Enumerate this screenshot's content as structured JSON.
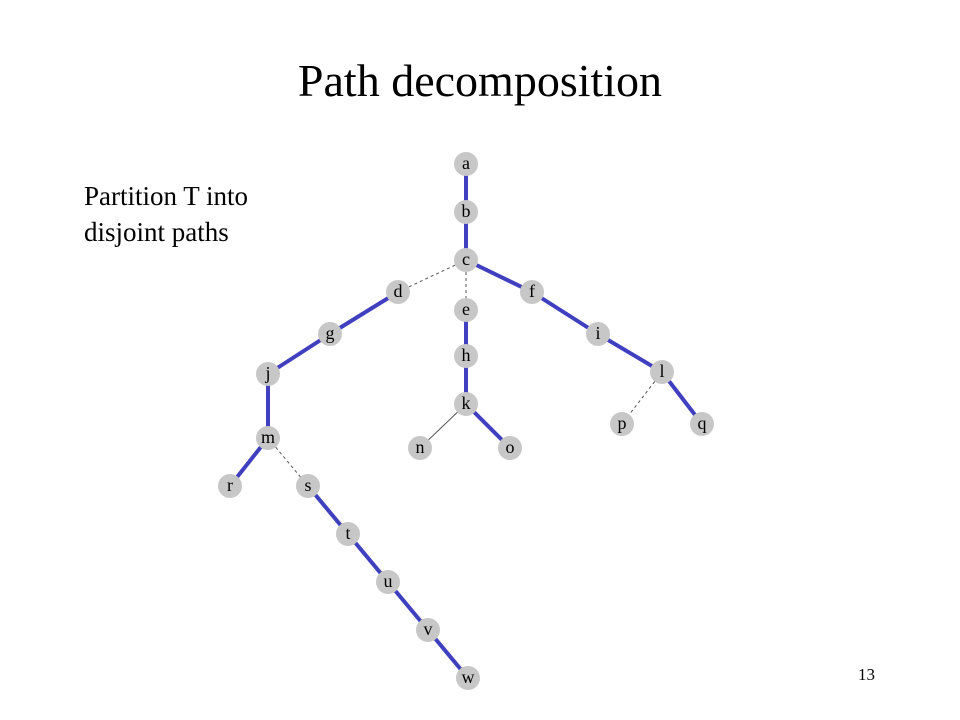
{
  "title": "Path decomposition",
  "caption": {
    "line1": "Partition T into",
    "line2": "disjoint paths"
  },
  "page_number": "13",
  "colors": {
    "heavy_edge": "#3f3fbf",
    "light_edge": "#555555",
    "node_fill": "#c7c7c7",
    "background": "#ffffff"
  },
  "nodes": [
    "a",
    "b",
    "c",
    "d",
    "e",
    "f",
    "g",
    "h",
    "i",
    "j",
    "k",
    "l",
    "m",
    "n",
    "o",
    "p",
    "q",
    "r",
    "s",
    "t",
    "u",
    "v",
    "w"
  ],
  "edges": [
    {
      "from": "a",
      "to": "b",
      "style": "heavy"
    },
    {
      "from": "b",
      "to": "c",
      "style": "heavy"
    },
    {
      "from": "c",
      "to": "f",
      "style": "heavy"
    },
    {
      "from": "f",
      "to": "i",
      "style": "heavy"
    },
    {
      "from": "i",
      "to": "l",
      "style": "heavy"
    },
    {
      "from": "l",
      "to": "q",
      "style": "heavy"
    },
    {
      "from": "c",
      "to": "d",
      "style": "dashed"
    },
    {
      "from": "c",
      "to": "e",
      "style": "dashed"
    },
    {
      "from": "l",
      "to": "p",
      "style": "dashed"
    },
    {
      "from": "m",
      "to": "s",
      "style": "dashed"
    },
    {
      "from": "d",
      "to": "g",
      "style": "heavy"
    },
    {
      "from": "g",
      "to": "j",
      "style": "heavy"
    },
    {
      "from": "j",
      "to": "m",
      "style": "heavy"
    },
    {
      "from": "m",
      "to": "r",
      "style": "heavy"
    },
    {
      "from": "e",
      "to": "h",
      "style": "heavy"
    },
    {
      "from": "h",
      "to": "k",
      "style": "heavy"
    },
    {
      "from": "k",
      "to": "o",
      "style": "heavy"
    },
    {
      "from": "k",
      "to": "n",
      "style": "thin"
    },
    {
      "from": "s",
      "to": "t",
      "style": "heavy"
    },
    {
      "from": "t",
      "to": "u",
      "style": "heavy"
    },
    {
      "from": "u",
      "to": "v",
      "style": "heavy"
    },
    {
      "from": "v",
      "to": "w",
      "style": "heavy"
    }
  ]
}
